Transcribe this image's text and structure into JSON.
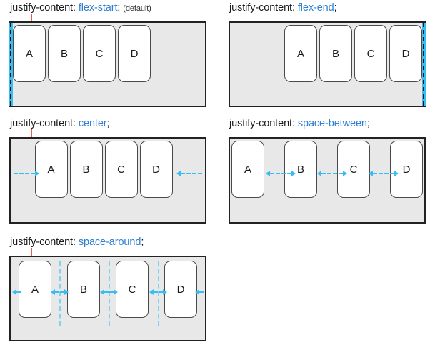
{
  "figure": {
    "title_prefix": "justify-content:",
    "semicolon": ";",
    "item_labels": [
      "A",
      "B",
      "C",
      "D"
    ]
  },
  "colors": {
    "value_text": "#2d7fd3",
    "property_text": "#1a1a1a",
    "container_fill": "#e8e8e8",
    "container_border": "#222222",
    "item_fill": "#ffffff",
    "item_border": "#4a4a4a",
    "marker_cyan": "#38bdf3",
    "tick_red": "#e8604c"
  },
  "panels": [
    {
      "id": "flex-start",
      "property": "justify-content:",
      "value": "flex-start",
      "semicolon": ";",
      "note": "(default)",
      "items": [
        "A",
        "B",
        "C",
        "D"
      ],
      "edge_marker": "left",
      "arrows": [],
      "separators": []
    },
    {
      "id": "flex-end",
      "property": "justify-content:",
      "value": "flex-end",
      "semicolon": ";",
      "note": "",
      "items": [
        "A",
        "B",
        "C",
        "D"
      ],
      "edge_marker": "right",
      "arrows": [],
      "separators": []
    },
    {
      "id": "center",
      "property": "justify-content:",
      "value": "center",
      "semicolon": ";",
      "note": "",
      "items": [
        "A",
        "B",
        "C",
        "D"
      ],
      "edge_marker": "none",
      "arrows": [
        "left-gap-arrow-right",
        "right-gap-arrow-left"
      ],
      "separators": []
    },
    {
      "id": "space-between",
      "property": "justify-content:",
      "value": "space-between",
      "semicolon": ";",
      "note": "",
      "items": [
        "A",
        "B",
        "C",
        "D"
      ],
      "edge_marker": "none",
      "arrows": [
        "gap-ab",
        "gap-bc",
        "gap-cd"
      ],
      "separators": []
    },
    {
      "id": "space-around",
      "property": "justify-content:",
      "value": "space-around",
      "semicolon": ";",
      "note": "",
      "items": [
        "A",
        "B",
        "C",
        "D"
      ],
      "edge_marker": "none",
      "arrows": [
        "edge-a",
        "a-sep1",
        "sep1-b",
        "b-sep2",
        "sep2-c",
        "c-sep3",
        "sep3-d",
        "d-edge"
      ],
      "separators": [
        "sep-ab",
        "sep-bc",
        "sep-cd"
      ]
    }
  ]
}
